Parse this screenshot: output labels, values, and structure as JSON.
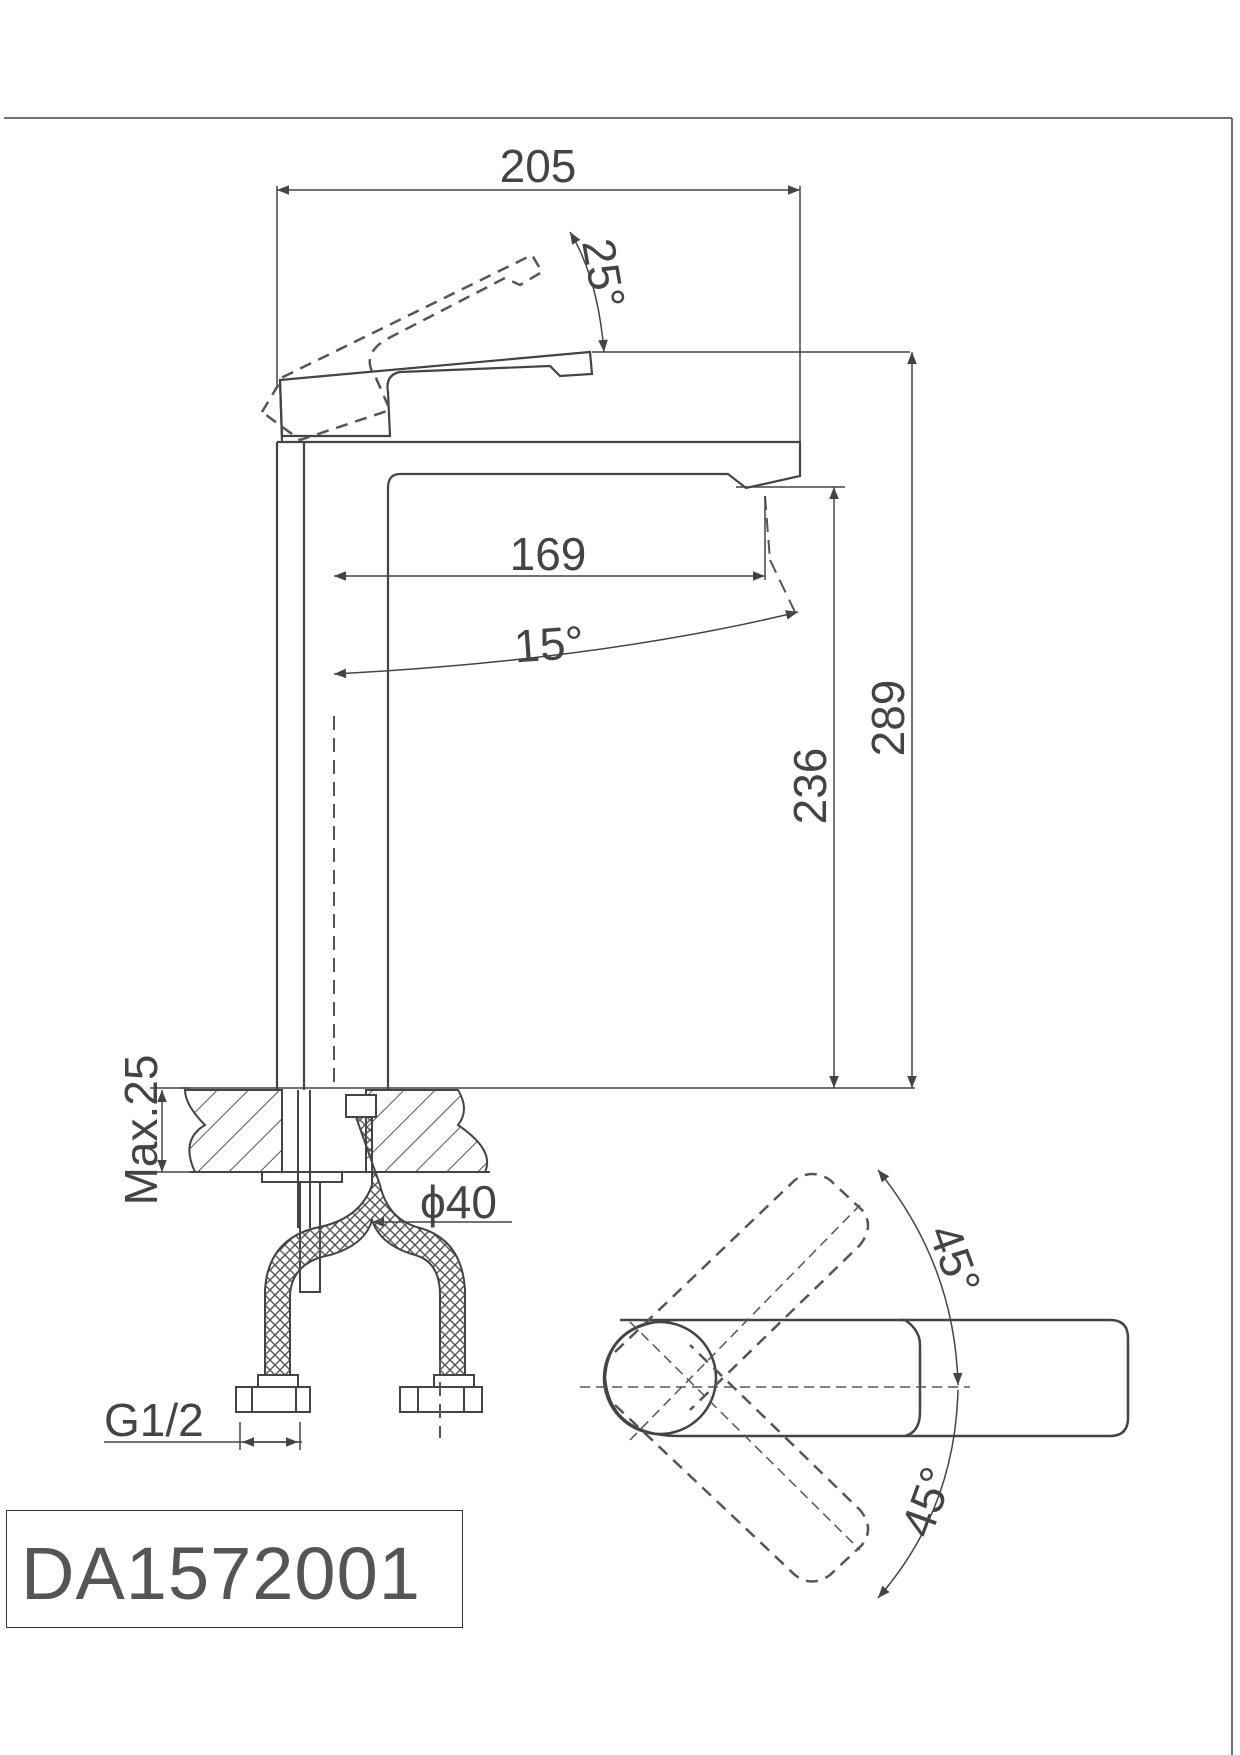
{
  "drawing": {
    "model_code": "DA1572001",
    "line_color": "#444444",
    "dimensions": {
      "overall_length": "205",
      "handle_angle": "25°",
      "spout_reach": "169",
      "spout_angle": "15°",
      "spout_height": "236",
      "total_height": "289",
      "max_deck_thickness": "Max.25",
      "hole_diameter": "ϕ40",
      "thread_size": "G1/2",
      "rotation_angle_top": "45°",
      "rotation_angle_bottom": "45°"
    }
  }
}
